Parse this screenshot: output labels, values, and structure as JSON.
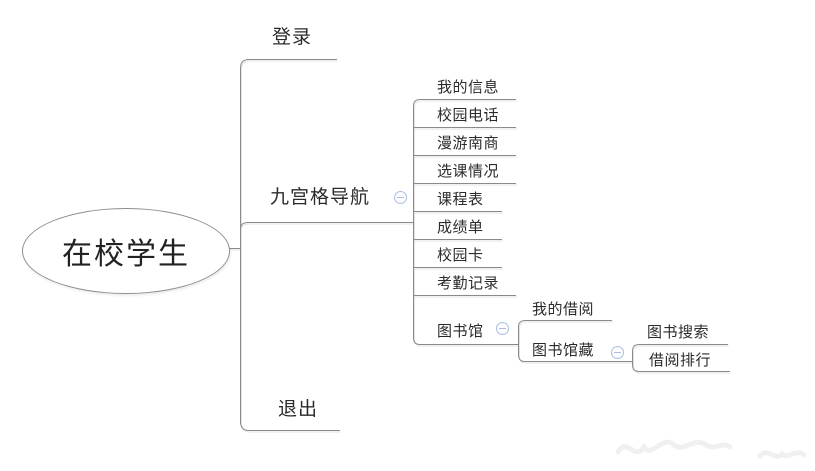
{
  "app": {
    "type": "mindmap"
  },
  "colors": {
    "background": "#ffffff",
    "line": "#8a8a8a",
    "text": "#2b2b2b",
    "collapse_icon": "#a8bfe2"
  },
  "icons": {
    "collapse": "minus-circle"
  },
  "nodes": {
    "root": "在校学生",
    "login": "登录",
    "grid_nav": "九宫格导航",
    "grid_nav_children": [
      "我的信息",
      "校园电话",
      "漫游南商",
      "选课情况",
      "课程表",
      "成绩单",
      "校园卡",
      "考勤记录"
    ],
    "library": "图书馆",
    "library_children": [
      "我的借阅",
      "图书馆藏"
    ],
    "collection_children": [
      "图书搜索",
      "借阅排行"
    ],
    "logout": "退出"
  }
}
